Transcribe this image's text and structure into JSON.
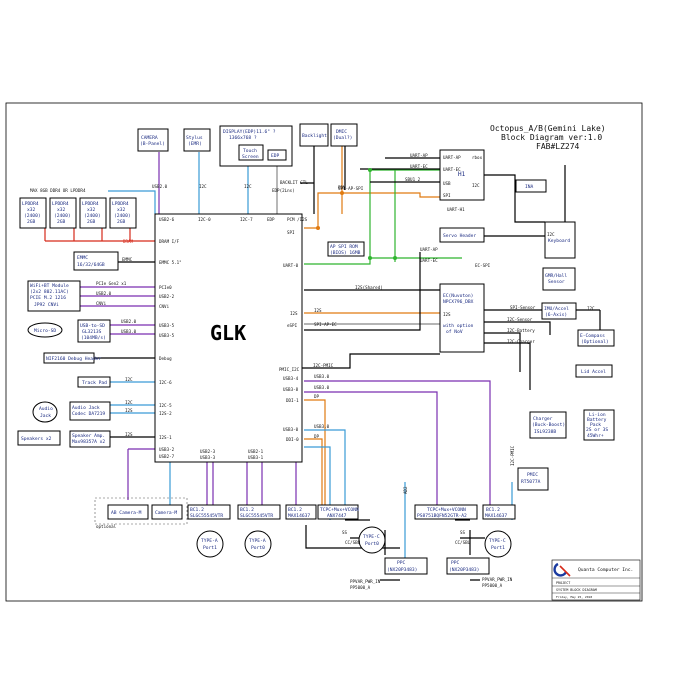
{
  "title": {
    "line1": "Octopus_A/B(Gemini Lake)",
    "line2": "Block Diagram ver:1.0",
    "line3": "FAB#LZ274"
  },
  "soc": {
    "name": "GLK",
    "left_ports": [
      "USB2-6",
      "I2C-0",
      "DRAM I/F",
      "EMMC 5.1\"",
      "PCIe0",
      "USB2-2",
      "CNVi",
      "USB3-5",
      "USB3-5",
      "Debug",
      "I2C-6",
      "I2C-5",
      "I2S-2",
      "I2S-1",
      "USB3-2",
      "USB2-7"
    ],
    "right_ports": [
      "PCM /I2S",
      "SPI",
      "UART-0",
      "eSPI",
      "I2S",
      "PMIC_I2C",
      "USB3-4",
      "USB3-8",
      "DDI-1",
      "USB3-0",
      "DDI-0"
    ],
    "top_ports": [
      "I2C-7",
      "EDP"
    ],
    "bottom_ports": [
      "USB2-3",
      "USB3-3",
      "USB2-1",
      "USB3-1"
    ]
  },
  "memory": {
    "header": "MAX 8GB DDR4 OR LPDDR4",
    "chips": [
      {
        "l1": "LPDDR4",
        "l2": "x32",
        "l3": "(2400)",
        "l4": "2GB"
      },
      {
        "l1": "LPDDR4",
        "l2": "x32",
        "l3": "(2400)",
        "l4": "2GB"
      },
      {
        "l1": "LPDDR4",
        "l2": "x32",
        "l3": "(2400)",
        "l4": "2GB"
      },
      {
        "l1": "LPDDR4",
        "l2": "x32",
        "l3": "(2400)",
        "l4": "2GB"
      }
    ],
    "dram_label": "DRAM"
  },
  "top_blocks": {
    "camera": {
      "l1": "CAMERA",
      "l2": "(B-Panel)"
    },
    "stylus": {
      "l1": "Stylus",
      "l2": "(EMR)"
    },
    "display": {
      "l1": "DISPLAY(EDP)11.6\" ?",
      "l2": "1366x768 ?"
    },
    "touch": {
      "l1": "Touch",
      "l2": "Screen"
    },
    "edp": "EDP",
    "backlight": "Backlight",
    "dmic": {
      "l1": "DMIC",
      "l2": "(Dual?)"
    }
  },
  "left_blocks": {
    "emmc": {
      "l1": "EMMC",
      "l2": "16/32/64GB"
    },
    "wifi": {
      "l1": "WiFi+BT Module",
      "l2": "(2x2 802.11AC)",
      "l3": "PCIE M.2 1216",
      "l4": "JP92 CNVi"
    },
    "microsd": {
      "l1": "Micro-SD"
    },
    "usbsd": {
      "l1": "USB-to-SD",
      "l2": "GL3213S",
      "l3": "(104MB/s)"
    },
    "debug": "NIF2160 Debug Header",
    "trackpad": "Track Pad",
    "audiojack": {
      "l1": "Audio",
      "l2": "Jack"
    },
    "codec": {
      "l1": "Audio Jack",
      "l2": "Codec DA7219"
    },
    "speakers": "Speakers x2",
    "speakeramp": {
      "l1": "Speaker Amp.",
      "l2": "Max98357A x2"
    }
  },
  "right_blocks": {
    "h1": "H1",
    "servo": "Servo Header",
    "keyboard": "Keyboard",
    "ina": "INA",
    "gmr": {
      "l1": "GMR/Hall",
      "l2": "Sensor"
    },
    "ec": {
      "l1": "EC(Nuvoton)",
      "l2": "NPCX796_DBX",
      "l3": "with option",
      "l4": "of NoV"
    },
    "imu": {
      "l1": "IMU/Accel",
      "l2": "(6-Axis)"
    },
    "ecompass": {
      "l1": "E-Compass",
      "l2": "(Optional)"
    },
    "lidaccel": "Lid Accel",
    "charger": {
      "l1": "Charger",
      "l2": "(Buck-Boost)",
      "l3": "ISL9238B"
    },
    "battery": {
      "l1": "Li-ion",
      "l2": "Battery",
      "l3": "Pack",
      "l4": "2S or 3S",
      "l5": "45Whr+"
    },
    "pmic": {
      "l1": "PMIC",
      "l2": "RT5077A"
    },
    "spirom": {
      "l1": "AP SPI ROM",
      "l2": "(BIOS) 16MB"
    }
  },
  "bottom_blocks": {
    "optional": "optional",
    "ab_camera": "AB Camera-M",
    "camera_m": "Camera-M",
    "bc_left1": {
      "l1": "BC1.2",
      "l2": "SLGC55545VTR"
    },
    "bc_left2": {
      "l1": "BC1.2",
      "l2": "SLGC55545VTR"
    },
    "bc_max_left": {
      "l1": "BC1.2",
      "l2": "MAX14637"
    },
    "tcpc_left": {
      "l1": "TCPC+Mux+VCONN",
      "l2": "ANX7447"
    },
    "tcpc_right": {
      "l1": "TCPC+Mux+VCONN",
      "l2": "PS8751BQFN52GTR-A2"
    },
    "bc_max_right": {
      "l1": "BC1.2",
      "l2": "MAX14637"
    },
    "typea1": {
      "l1": "TYPE-A",
      "l2": "Port1"
    },
    "typea0": {
      "l1": "TYPE-A",
      "l2": "Port0"
    },
    "typec0": {
      "l1": "TYPE-C",
      "l2": "Port0"
    },
    "typec1": {
      "l1": "TYPE-C",
      "l2": "Port1"
    },
    "ppc_left": {
      "l1": "PPC",
      "l2": "(NX20P3483)"
    },
    "ppc_right": {
      "l1": "PPC",
      "l2": "(NX20P3483)"
    },
    "ppvar_left": {
      "l1": "PPVAR_PWR_IN",
      "l2": "PP5000_A"
    },
    "ppvar_right": {
      "l1": "PPVAR_PWR_IN",
      "l2": "PP5000_A"
    }
  },
  "signals": {
    "usb2_0": "USB2.0",
    "i2c": "I2C",
    "backlit_ctl": "BACKLIT CTL",
    "edp_label": "EDP(2Lns)",
    "pdm": "PDM",
    "uart_ap": "UART-AP",
    "uart_ec": "UART-EC",
    "usb": "USB",
    "spi": "SPI",
    "rbox": "rbox",
    "spi_ap_spi": "SPI-AP-SPI",
    "sbu1_2": "SBU1_2",
    "uart_h1": "UART-H1",
    "uart_ap2": "UART-AP",
    "uart_ec2": "UART-EC",
    "ec_spi": "EC-SPI",
    "i2s_shared": "I2S(Shared)",
    "i2s": "I2S",
    "spi_ap_ec": "SPI-AP-EC",
    "spi_sensor": "SPI-Sensor",
    "i2c_sensor": "I2C-Sensor",
    "i2c_battery": "I2C-Battery",
    "i2c_charger": "I2C-Charger",
    "i2c_pmic": "I2C-PMIC",
    "dp": "DP",
    "usb3_0": "USB3.0",
    "pcie_gen2": "PCIe Gen2 x1",
    "usb2_1": "USB2.0",
    "cnvi": "CNVi",
    "emmc": "EMMC",
    "ss": "SS",
    "cc_sbu": "CC/SBU",
    "i2c_pmic_v": "I2C-PMIC",
    "ad2": "AD2"
  },
  "titleblock": {
    "company": "Quanta Computer Inc.",
    "project_label": "PROJECT",
    "doc": "SYSTEM BLOCK DIAGRAM",
    "date": "Friday, May 25, 2018"
  }
}
